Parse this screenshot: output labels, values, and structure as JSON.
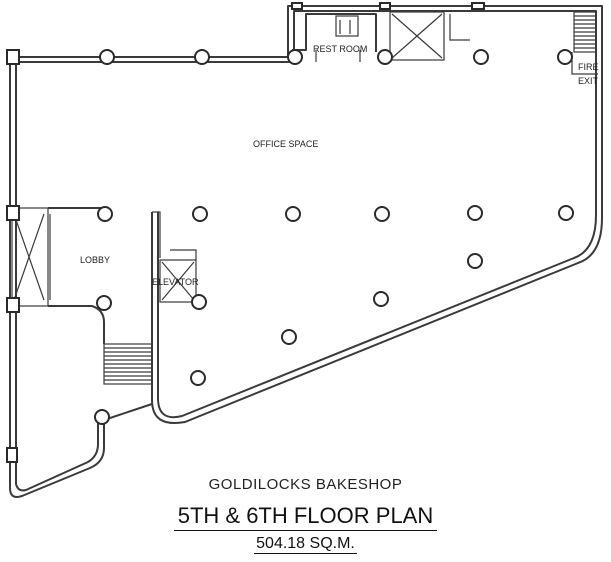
{
  "plan": {
    "rooms": {
      "rest_room": "REST ROOM",
      "fire_exit_line1": "FIRE",
      "fire_exit_line2": "EXIT",
      "office_space": "OFFICE SPACE",
      "lobby": "LOBBY",
      "elevator": "ELEVATOR"
    },
    "titles": {
      "company": "GOLDILOCKS BAKESHOP",
      "floor_plan": "5TH & 6TH FLOOR PLAN",
      "area": "504.18 SQ.M."
    }
  }
}
